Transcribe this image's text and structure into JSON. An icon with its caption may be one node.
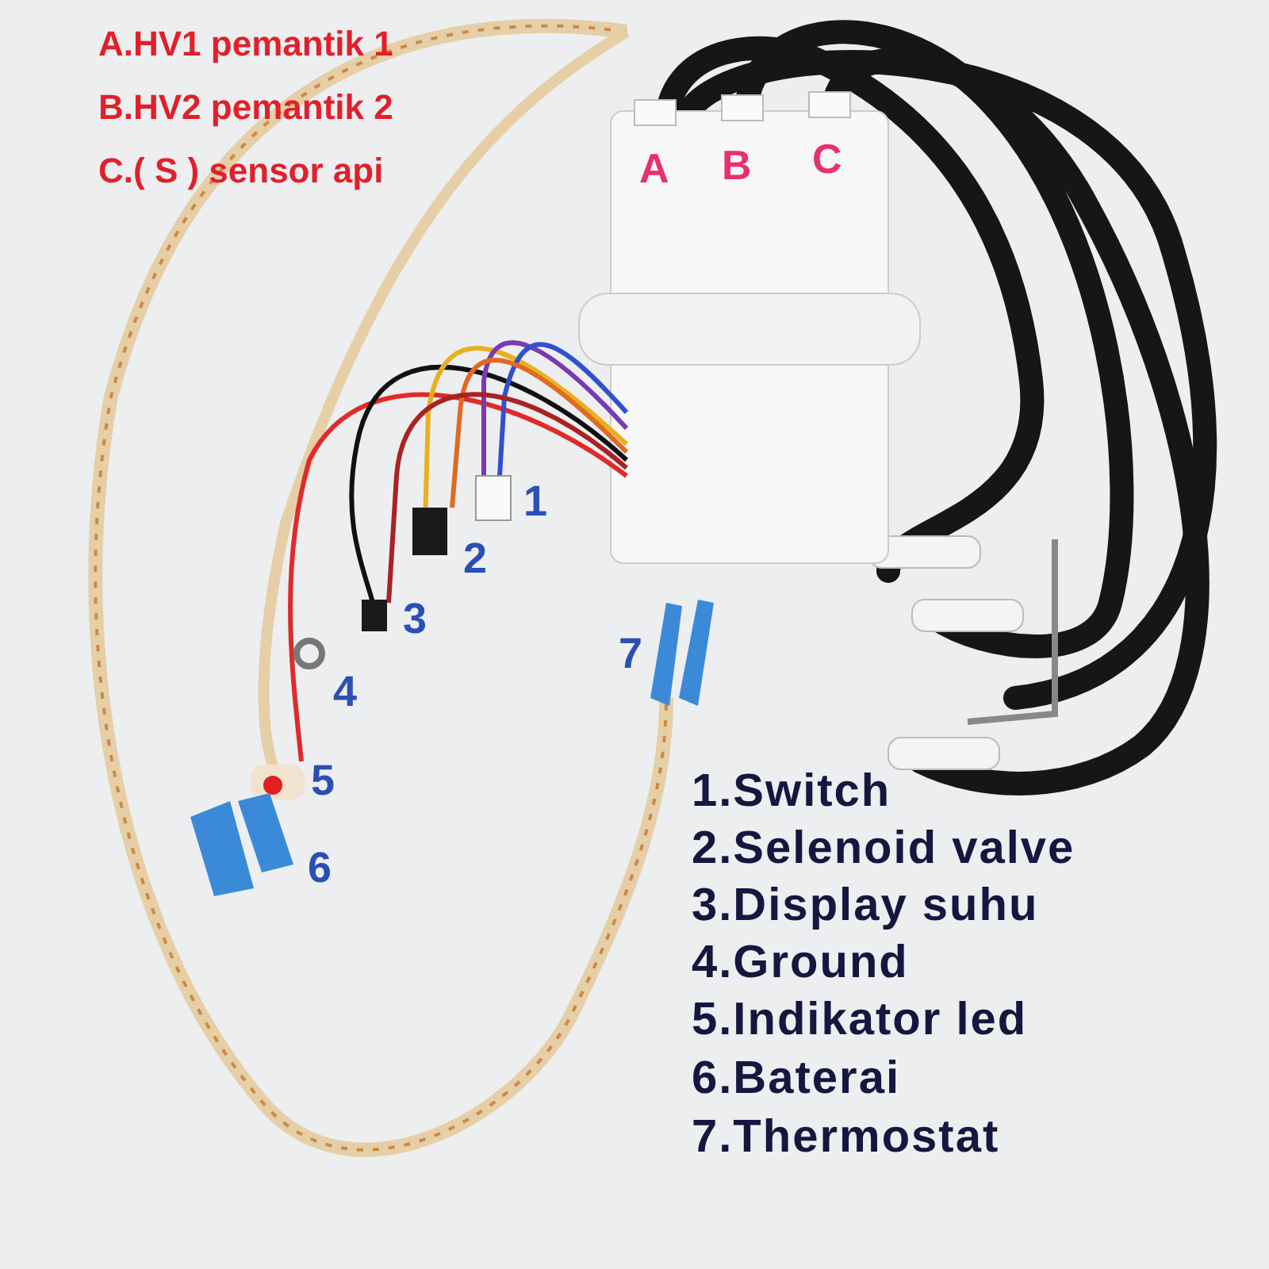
{
  "diagram": {
    "labels": [
      "A.HV1 pemantik 1",
      "B.HV2 pemantik 2",
      "C.( S ) sensor api",
      "A",
      "B",
      "C",
      "1",
      "2",
      "3",
      "7",
      "4",
      "5",
      "6",
      "1.Switch",
      "2.Selenoid valve",
      "3.Display suhu",
      "4.Ground",
      "5.Indikator led",
      "6.Baterai",
      "7.Thermostat"
    ]
  }
}
